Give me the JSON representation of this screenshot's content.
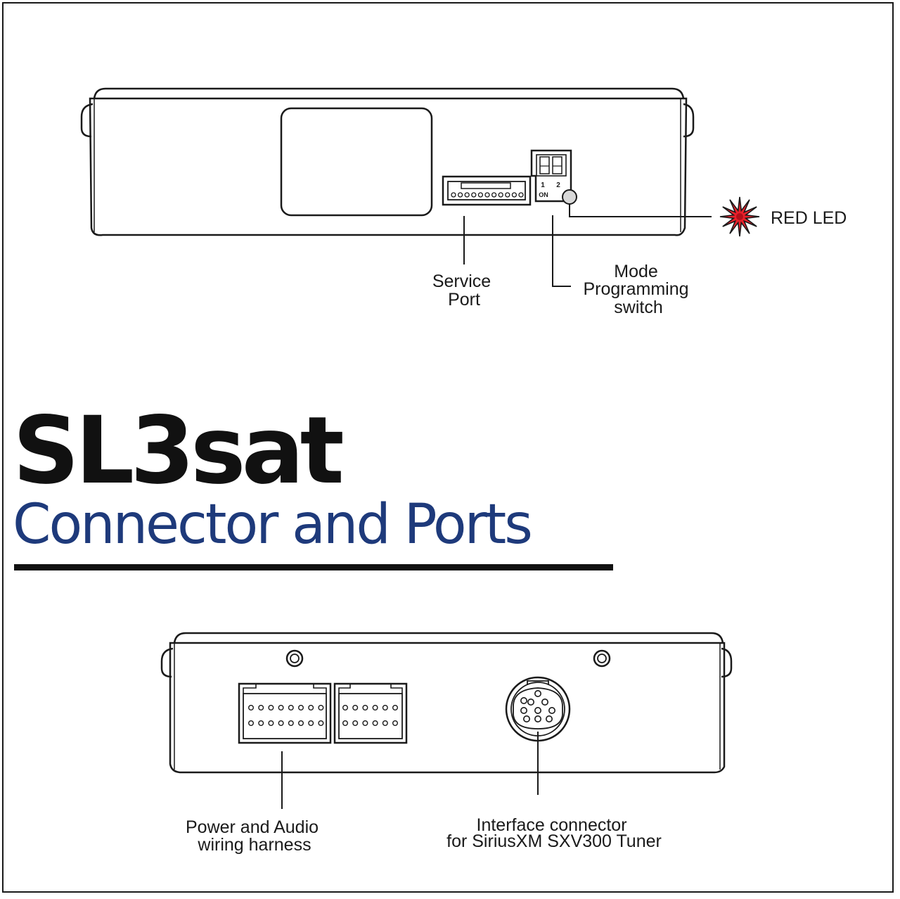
{
  "title": "SL3sat",
  "subtitle": "Connector and Ports",
  "colors": {
    "subtitle": "#1e3a7b",
    "led": "#e8202a",
    "ink": "#1a1a1a"
  },
  "top_view": {
    "labels": {
      "service_port": [
        "Service",
        "Port"
      ],
      "mode_switch": [
        "Mode",
        "Programming",
        "switch"
      ],
      "red_led": "RED LED"
    },
    "switch_marks": {
      "on": "ON",
      "pos1": "1",
      "pos2": "2"
    }
  },
  "bottom_view": {
    "labels": {
      "harness": [
        "Power and Audio",
        "wiring harness"
      ],
      "interface": [
        "Interface connector",
        "for SiriusXM SXV300 Tuner"
      ]
    }
  }
}
